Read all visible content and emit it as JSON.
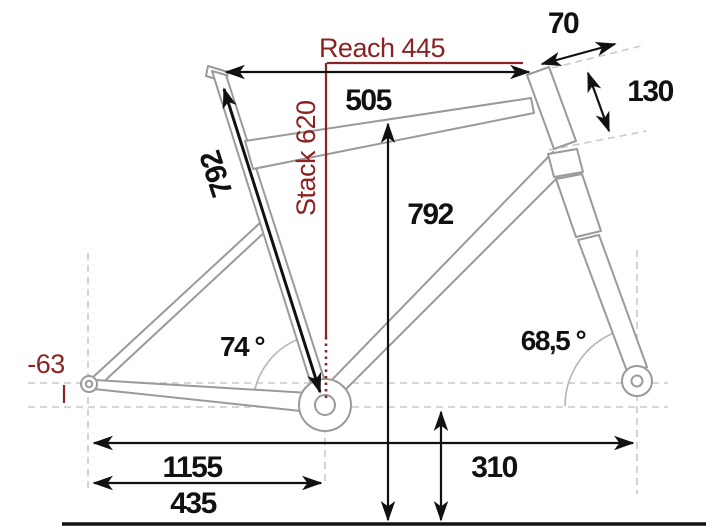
{
  "diagram_type": "bicycle-frame-geometry",
  "colors": {
    "background": "#ffffff",
    "accent_red": "#8B2323",
    "frame_gray": "#9a9a9a",
    "construction_gray": "#c9c9c9",
    "dimension_black": "#111111"
  },
  "labels": {
    "reach": "Reach 445",
    "stack": "Stack 620",
    "head_top_offset": "70",
    "head_tube_length": "130",
    "top_tube": "505",
    "seat_tube_length": "792",
    "standover_height": "792",
    "seat_tube_angle": "74 °",
    "head_tube_angle": "68,5 °",
    "bb_drop": "-63",
    "wheelbase": "1155",
    "chainstay_length": "435",
    "bb_height": "310"
  }
}
